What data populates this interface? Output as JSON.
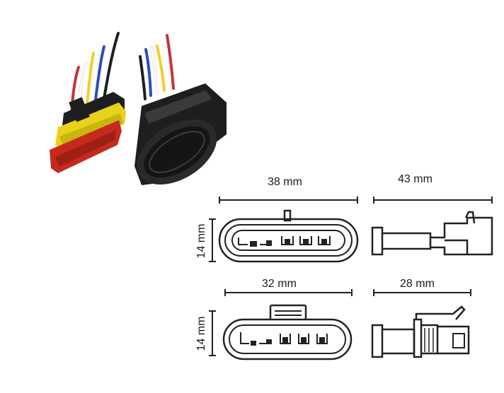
{
  "dimensions": {
    "top_front_width": "38 mm",
    "top_side_length": "43 mm",
    "top_height": "14 mm",
    "bottom_front_width": "32 mm",
    "bottom_side_length": "28 mm",
    "bottom_height": "14 mm"
  },
  "wire_colors": [
    "#c8323a",
    "#ffffff",
    "#f2d02a",
    "#2b4fb5",
    "#1f1f1f"
  ],
  "colors": {
    "connector_black": "#1e1e1e",
    "seal_yellow": "#e9d21c",
    "housing_red": "#c62a1e",
    "line": "#222222"
  }
}
